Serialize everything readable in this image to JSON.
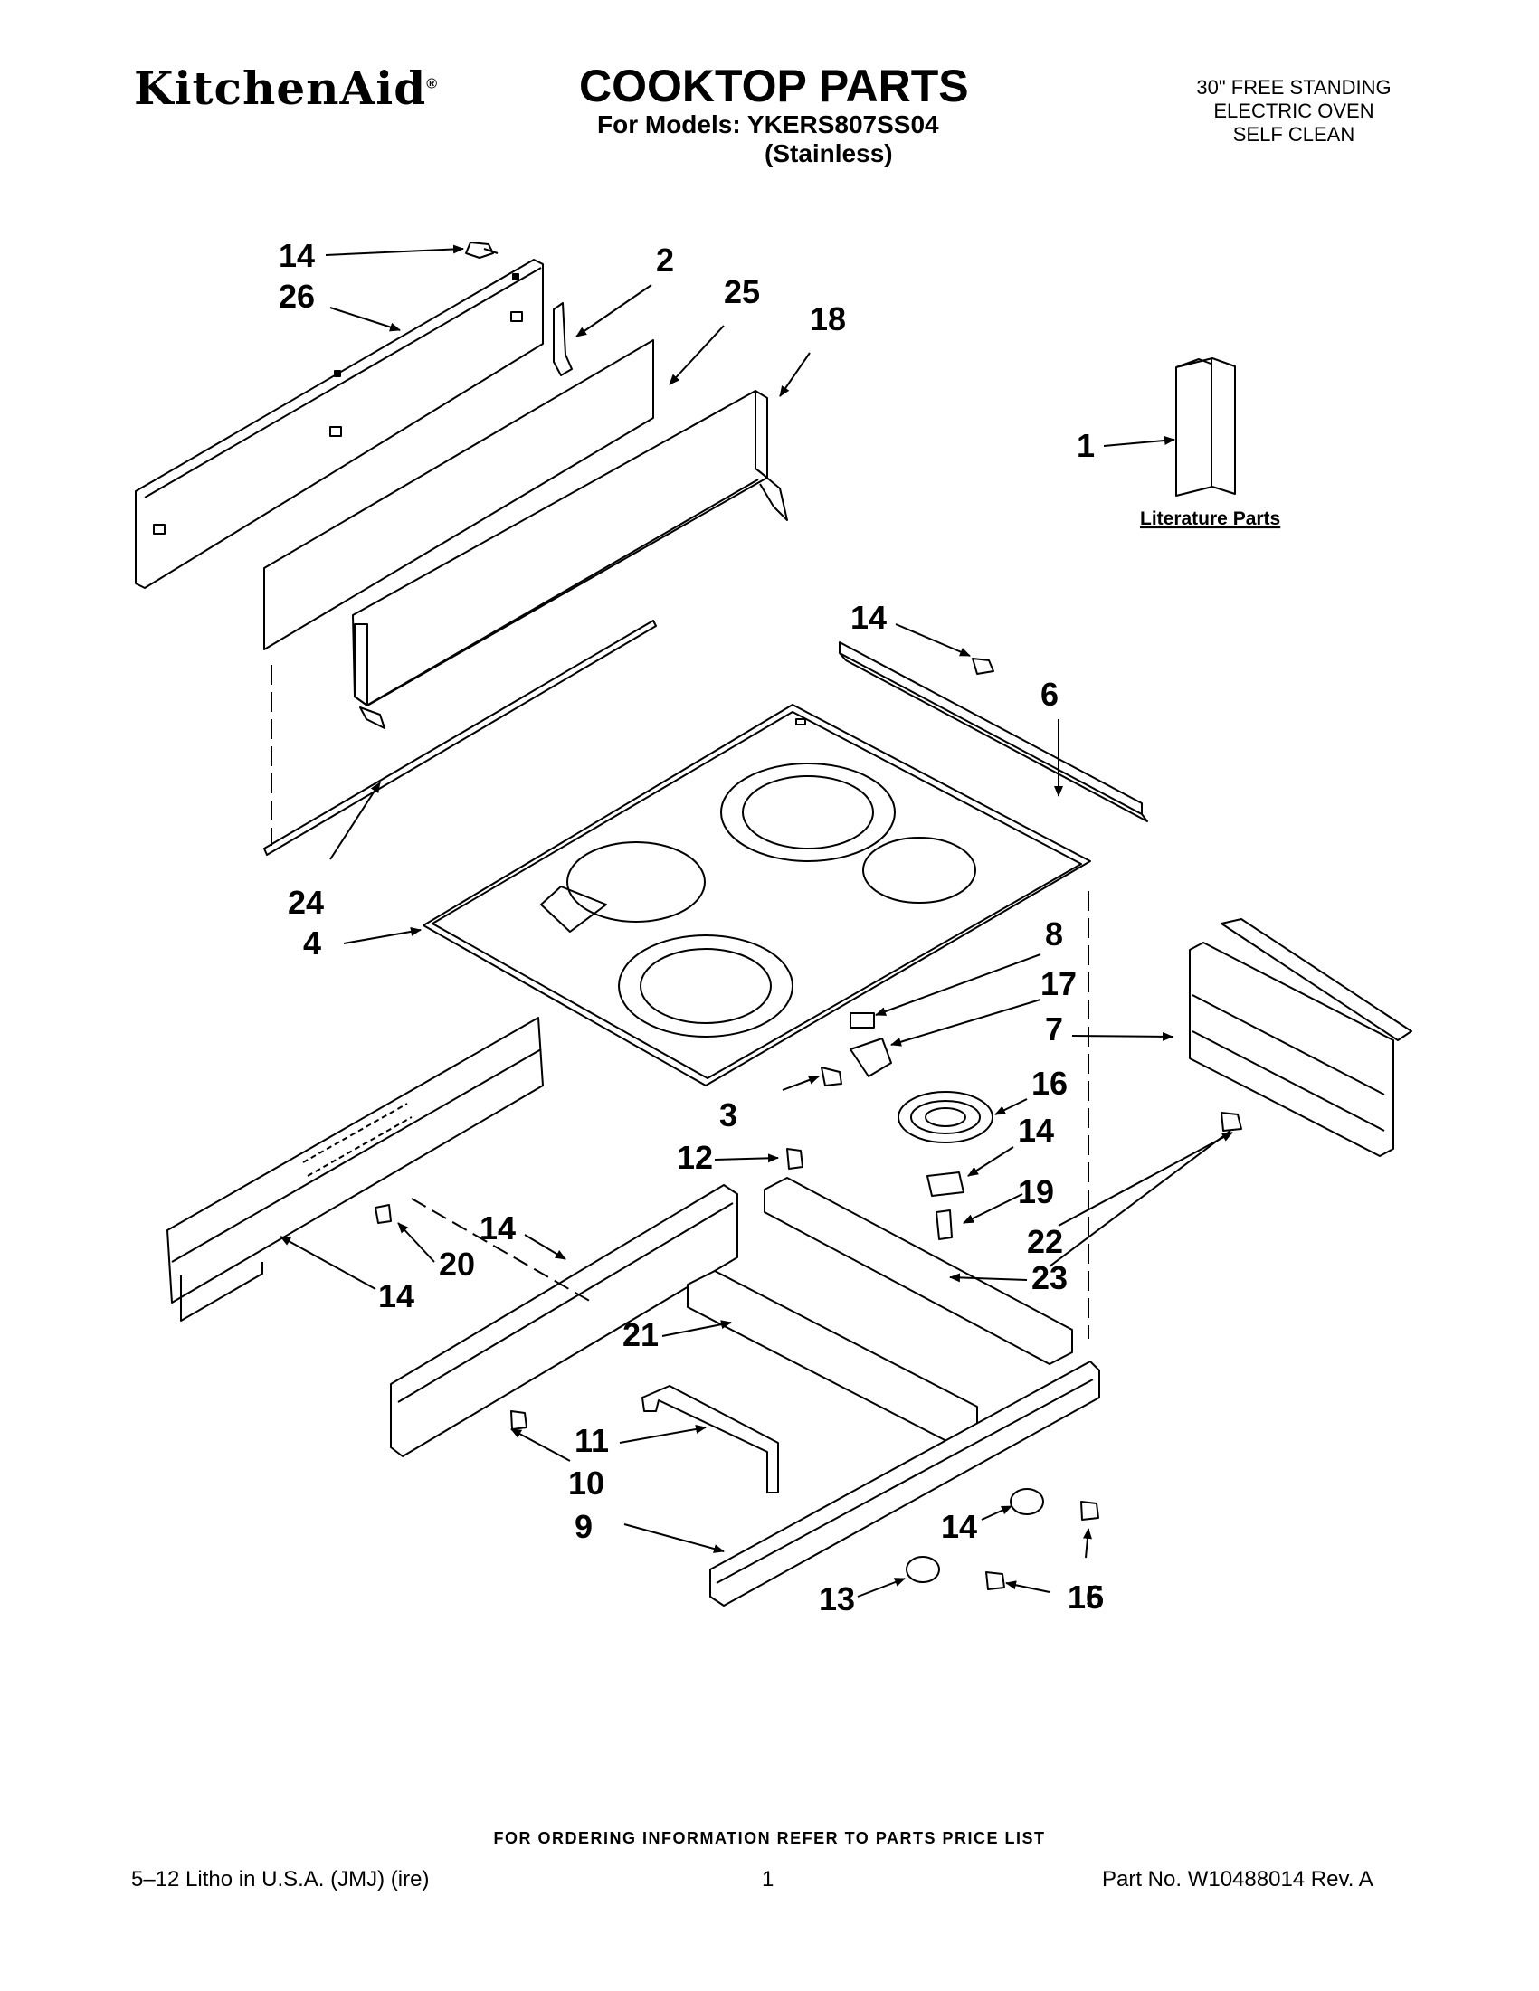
{
  "header": {
    "brand": "KitchenAid",
    "brand_mark": "®",
    "title": "COOKTOP PARTS",
    "models": "For Models: YKERS807SS04",
    "finish": "(Stainless)",
    "spec_lines": [
      "30\" FREE STANDING",
      "ELECTRIC OVEN",
      "SELF CLEAN"
    ]
  },
  "diagram": {
    "literature_label": "Literature Parts",
    "callouts": [
      "14",
      "26",
      "2",
      "25",
      "18",
      "1",
      "14",
      "6",
      "24",
      "4",
      "8",
      "17",
      "7",
      "3",
      "16",
      "12",
      "14",
      "19",
      "22",
      "14",
      "20",
      "14",
      "23",
      "21",
      "11",
      "10",
      "14",
      "9",
      "13",
      "15",
      "16"
    ]
  },
  "footer": {
    "ordering": "FOR ORDERING INFORMATION REFER TO PARTS PRICE LIST",
    "left": "5–12   Litho in U.S.A. (JMJ)   (ire)",
    "page": "1",
    "part_no": "Part No. W10488014 Rev. A"
  }
}
